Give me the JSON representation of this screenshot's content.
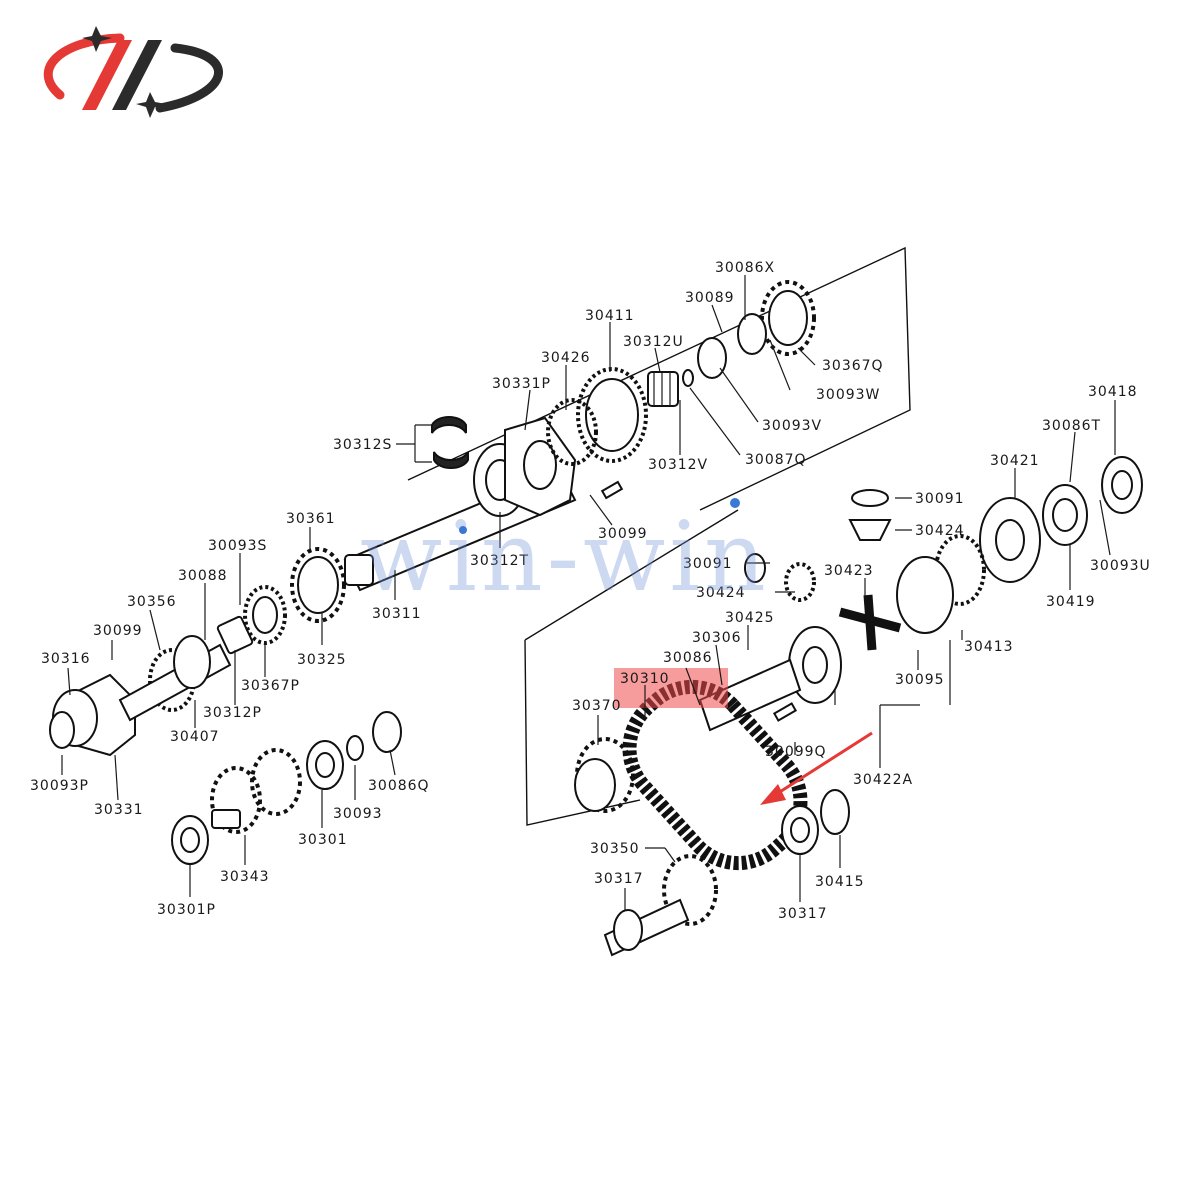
{
  "colors": {
    "logo_red": "#e53935",
    "logo_dark": "#2b2b2b",
    "highlight": "#ef4b4b",
    "arrow": "#e53935",
    "watermark": "#6f8fd6",
    "line": "#111111"
  },
  "watermark_text": "win-win",
  "highlighted_part": "30310",
  "labels": {
    "l_30086X": "30086X",
    "l_30089": "30089",
    "l_30411": "30411",
    "l_30312U": "30312U",
    "l_30367Q": "30367Q",
    "l_30426": "30426",
    "l_30331P": "30331P",
    "l_30093W": "30093W",
    "l_30093V": "30093V",
    "l_30312S": "30312S",
    "l_30312V": "30312V",
    "l_30087Q": "30087Q",
    "l_30418": "30418",
    "l_30086T": "30086T",
    "l_30421": "30421",
    "l_30091a": "30091",
    "l_30361": "30361",
    "l_30099a": "30099",
    "l_30424a": "30424",
    "l_30093S": "30093S",
    "l_30312T": "30312T",
    "l_30091b": "30091",
    "l_30093U": "30093U",
    "l_30088": "30088",
    "l_30311": "30311",
    "l_30424b": "30424",
    "l_30423": "30423",
    "l_30419": "30419",
    "l_30356": "30356",
    "l_30325": "30325",
    "l_30425": "30425",
    "l_30099b": "30099",
    "l_30306": "30306",
    "l_30413": "30413",
    "l_30316": "30316",
    "l_30367P": "30367P",
    "l_30086": "30086",
    "l_30095": "30095",
    "l_30310": "30310",
    "l_30312P": "30312P",
    "l_30370": "30370",
    "l_30407": "30407",
    "l_30099Q": "30099Q",
    "l_30422A": "30422A",
    "l_30093P": "30093P",
    "l_30086Q": "30086Q",
    "l_30093": "30093",
    "l_30331": "30331",
    "l_30301": "30301",
    "l_30350": "30350",
    "l_30317a": "30317",
    "l_30415": "30415",
    "l_30343": "30343",
    "l_30317b": "30317",
    "l_30301P": "30301P"
  }
}
